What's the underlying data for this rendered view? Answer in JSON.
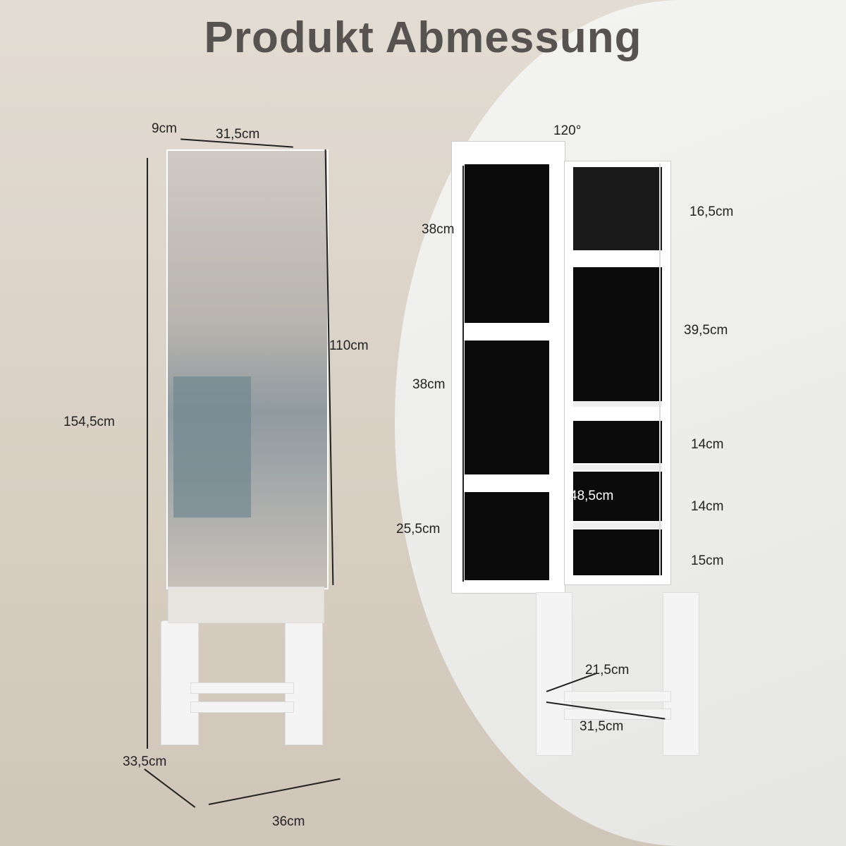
{
  "title": "Produkt Abmessung",
  "left_view": {
    "depth": "9cm",
    "width": "31,5cm",
    "mirror_height": "110cm",
    "total_height": "154,5cm",
    "base_depth": "33,5cm",
    "base_width": "36cm"
  },
  "right_view": {
    "angle": "120°",
    "door_sections": [
      "38cm",
      "38cm",
      "25,5cm"
    ],
    "cabinet_sections": [
      "16,5cm",
      "39,5cm",
      "14cm",
      "14cm",
      "15cm"
    ],
    "inner_height": "48,5cm",
    "base_inner_width": "21,5cm",
    "base_width": "31,5cm"
  }
}
